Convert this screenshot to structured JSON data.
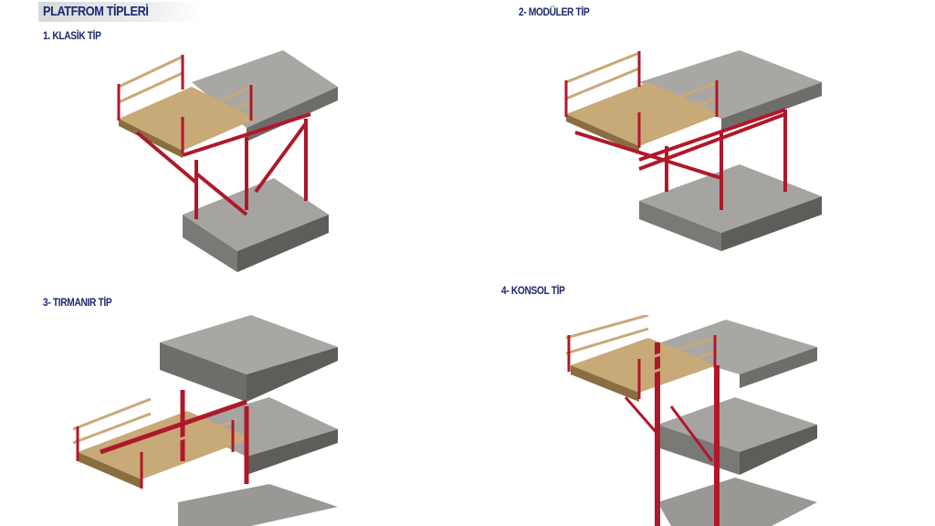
{
  "title": "PLATFROM TİPLERİ",
  "types": [
    {
      "label": "1. KLASİK TİP"
    },
    {
      "label": "2- MODÜLER TİP"
    },
    {
      "label": "3- TIRMANIR TİP"
    },
    {
      "label": "4- KONSOL TİP"
    }
  ],
  "colors": {
    "title": "#1a2a6c",
    "steel": "#b0182a",
    "wood": "#c8a978",
    "concrete": "#8e8c88"
  }
}
